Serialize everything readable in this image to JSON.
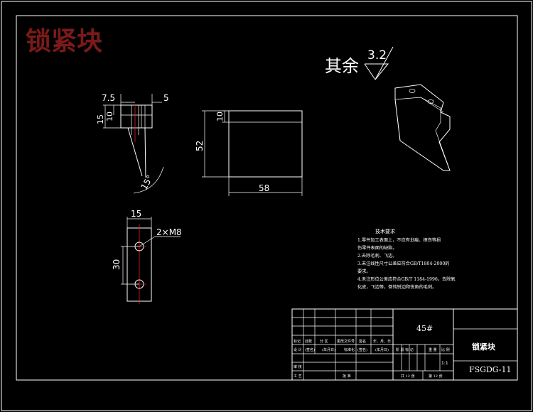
{
  "watermark": "锁紧块",
  "colors": {
    "background": "#000000",
    "line": "#ffffff",
    "watermark": "#7a1a1a",
    "center_mark": "#e02020"
  },
  "roughness": {
    "label": "其余",
    "value": "3.2"
  },
  "side_view": {
    "dim_top_left": "7.5",
    "dim_top_right": "5",
    "dim_left_outer": "15",
    "dim_left_inner": "10",
    "angle": "15°"
  },
  "front_view": {
    "dim_height_inner": "10",
    "dim_height": "52",
    "dim_width": "58"
  },
  "bottom_view": {
    "dim_width": "15",
    "dim_spacing": "30",
    "hole_callout": "2×M8"
  },
  "tech_notes": {
    "title": "技术要求",
    "lines": [
      "1.零件加工表面上，不应有划痕、擦伤等损",
      "  伤零件表面的缺陷。",
      "2.去除毛刺、飞边。",
      "3.未注线性尺寸公差应符合GB/T1804-2000的",
      "  要求。",
      "4.未注形位公差应符合GB/T 1184-1996。去除氧",
      "  化皮，飞边等，倒钝锐边和锐角的毛刺。"
    ]
  },
  "title_block": {
    "material": "45#",
    "part_name": "锁紧块",
    "drawing_no": "FSGDG-11",
    "scale": "1:1",
    "sheets_total": "共 12 张",
    "sheet_no": "第 12 张",
    "col_labels": [
      "标记",
      "处数",
      "分 区",
      "更改文件号",
      "签名",
      "年、月、日"
    ],
    "row_labels": [
      "设 计",
      "(签名)",
      "(年月日)",
      "标准化",
      "(签名)",
      "(年月日)"
    ],
    "stage_labels": [
      "阶 段 标 记",
      "重 量",
      "比 例"
    ],
    "review": "审 核",
    "process": "工 艺",
    "approve": "批 准"
  }
}
